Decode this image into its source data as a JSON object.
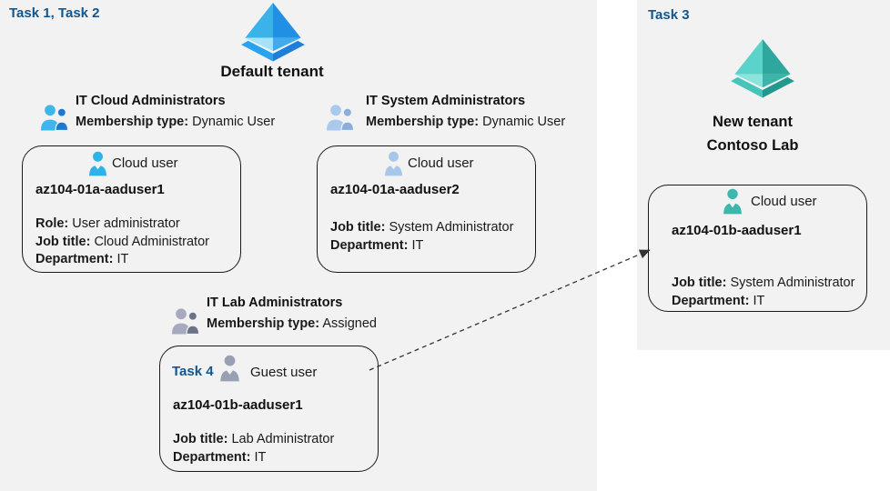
{
  "colors": {
    "panel_bg": "#f2f2f2",
    "task_label": "#12568e",
    "text": "#1a1a1a",
    "card_border": "#1a1a1a",
    "arrow": "#333333"
  },
  "icons": {
    "tenant_blue": {
      "upper_left": "#3ab3e9",
      "upper_right": "#1f90e4",
      "lower_left": "#a5e3fa",
      "lower_right": "#42aaea",
      "band_left": "#2aa3ee",
      "band_right": "#1d7fd9"
    },
    "tenant_teal": {
      "upper_left": "#5bd3ca",
      "upper_right": "#2ea89d",
      "lower_left": "#8be4dc",
      "lower_right": "#3ab5aa",
      "band_left": "#46c4b9",
      "band_right": "#23998e"
    },
    "group_cloud": {
      "front": "#3fb6ea",
      "back": "#1d78cf"
    },
    "group_system": {
      "front": "#a9c9ed",
      "back": "#8aadd9"
    },
    "group_lab": {
      "front": "#a7aabf",
      "back": "#6d7289"
    },
    "person_cloud1": "#2cb3e9",
    "person_cloud2": "#a6c7ea",
    "person_guest": "#9aa0b4",
    "person_teal": "#3bb7ae"
  },
  "tasks": {
    "task_1_2": "Task 1, Task 2",
    "task_3": "Task 3",
    "task_4": "Task 4"
  },
  "tenants": {
    "default_name": "Default tenant",
    "new_name_line1": "New tenant",
    "new_name_line2": "Contoso Lab"
  },
  "groups": {
    "cloud": {
      "name": "IT Cloud Administrators",
      "membership_label": "Membership type:",
      "membership_value": "Dynamic User"
    },
    "system": {
      "name": "IT System Administrators",
      "membership_label": "Membership type:",
      "membership_value": "Dynamic User"
    },
    "lab": {
      "name": "IT Lab Administrators",
      "membership_label": "Membership type:",
      "membership_value": "Assigned"
    }
  },
  "cards": {
    "cloud1": {
      "type": "Cloud user",
      "username": "az104-01a-aaduser1",
      "attrs": [
        {
          "label": "Role:",
          "value": "User administrator"
        },
        {
          "label": "Job title:",
          "value": "Cloud Administrator"
        },
        {
          "label": "Department:",
          "value": "IT"
        }
      ]
    },
    "cloud2": {
      "type": "Cloud user",
      "username": "az104-01a-aaduser2",
      "attrs": [
        {
          "label": "Job title:",
          "value": "System Administrator"
        },
        {
          "label": "Department:",
          "value": "IT"
        }
      ]
    },
    "guest": {
      "type": "Guest user",
      "username": "az104-01b-aaduser1",
      "attrs": [
        {
          "label": "Job title:",
          "value": "Lab Administrator"
        },
        {
          "label": "Department:",
          "value": "IT"
        }
      ]
    },
    "new_tenant_user": {
      "type": "Cloud user",
      "username": "az104-01b-aaduser1",
      "attrs": [
        {
          "label": "Job title:",
          "value": "System Administrator"
        },
        {
          "label": "Department:",
          "value": "IT"
        }
      ]
    }
  }
}
